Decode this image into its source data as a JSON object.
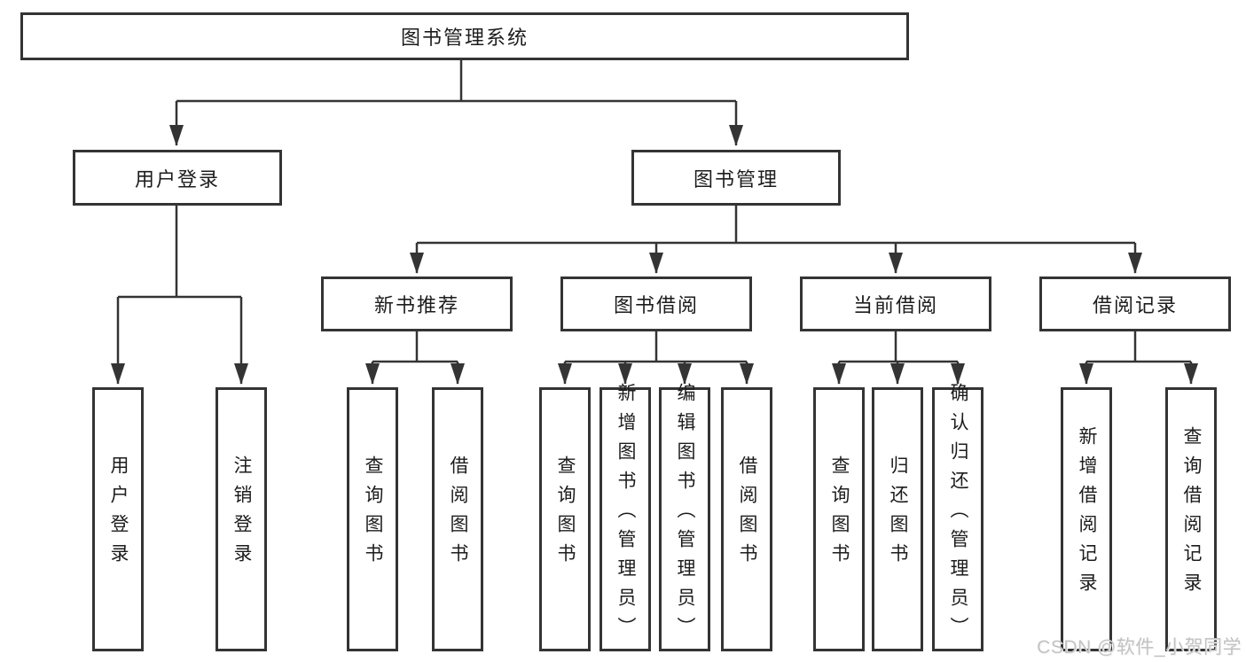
{
  "diagram": {
    "type": "hierarchy-tree",
    "colors": {
      "line": "#343434",
      "box_border": "#343434",
      "text": "#1c1c1c",
      "watermark": "#c3c3c3",
      "background": "#ffffff"
    }
  },
  "tree": {
    "root": {
      "label": "图书管理系统",
      "children": [
        {
          "label": "用户登录",
          "children": [
            {
              "label": "用户登录"
            },
            {
              "label": "注销登录"
            }
          ]
        },
        {
          "label": "图书管理",
          "children": [
            {
              "label": "新书推荐",
              "children": [
                {
                  "label": "查询图书"
                },
                {
                  "label": "借阅图书"
                }
              ]
            },
            {
              "label": "图书借阅",
              "children": [
                {
                  "label": "查询图书"
                },
                {
                  "label": "新增图书（管理员）"
                },
                {
                  "label": "编辑图书（管理员）"
                },
                {
                  "label": "借阅图书"
                }
              ]
            },
            {
              "label": "当前借阅",
              "children": [
                {
                  "label": "查询图书"
                },
                {
                  "label": "归还图书"
                },
                {
                  "label": "确认归还（管理员）"
                }
              ]
            },
            {
              "label": "借阅记录",
              "children": [
                {
                  "label": "新增借阅记录"
                },
                {
                  "label": "查询借阅记录"
                }
              ]
            }
          ]
        }
      ]
    }
  },
  "watermark": {
    "text": "CSDN @软件_小贺同学"
  }
}
